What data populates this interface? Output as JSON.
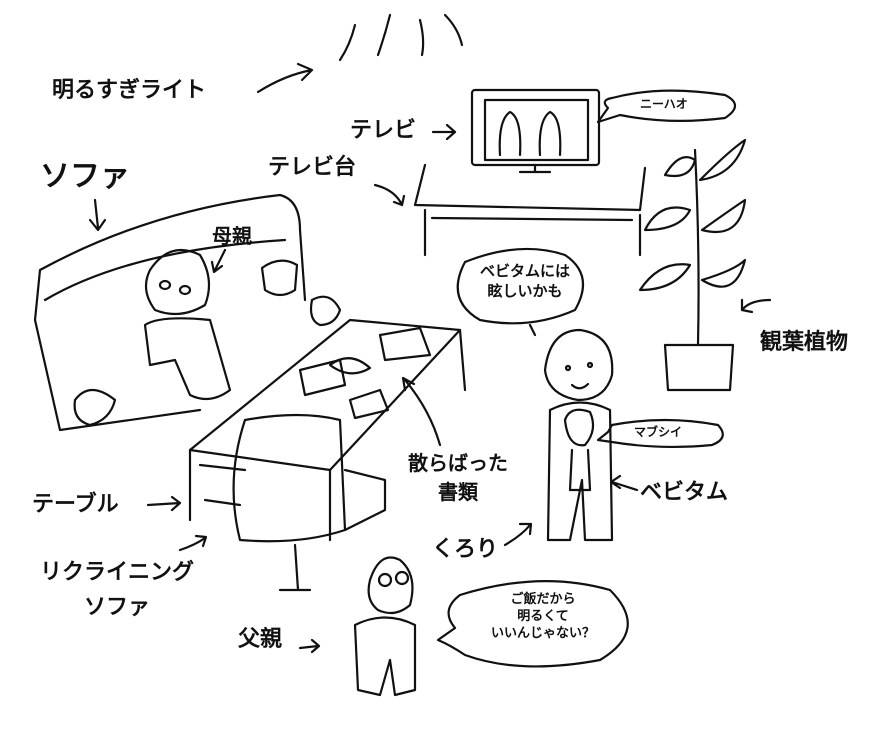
{
  "labels": {
    "bright_light": "明るすぎライト",
    "tv": "テレビ",
    "tv_stand": "テレビ台",
    "sofa": "ソファ",
    "mother": "母親",
    "plant": "観葉植物",
    "papers_line1": "散らばった",
    "papers_line2": "書類",
    "table": "テーブル",
    "recliner_line1": "リクライニング",
    "recliner_line2": "ソファ",
    "father": "父親",
    "kurori": "くろり",
    "bebitam": "ベビタム"
  },
  "bubbles": {
    "tv": "ニーハオ",
    "kurori_line1": "ベビタムには",
    "kurori_line2": "眩しいかも",
    "baby": "マブシイ",
    "father_line1": "ご飯だから",
    "father_line2": "明るくて",
    "father_line3": "いいんじゃない？"
  }
}
